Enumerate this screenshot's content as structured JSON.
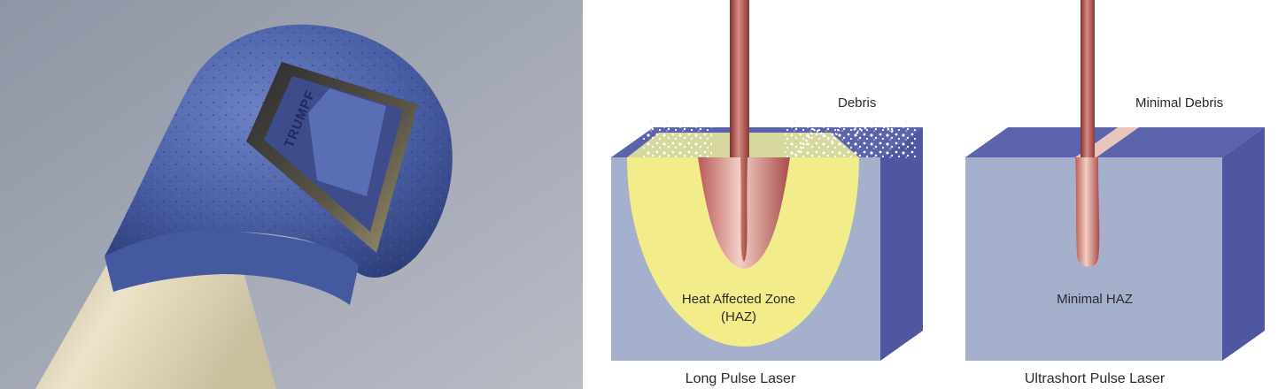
{
  "photo": {
    "engraved_text": "TRUMPF"
  },
  "diagram": {
    "left_panel": {
      "debris_label": "Debris",
      "haz_label_line1": "Heat Affected Zone",
      "haz_label_line2": "(HAZ)",
      "caption": "Long Pulse Laser"
    },
    "right_panel": {
      "debris_label": "Minimal Debris",
      "haz_label": "Minimal HAZ",
      "caption": "Ultrashort Pulse Laser"
    },
    "colors": {
      "block_front": "#a5b0cc",
      "block_side": "#4f57a0",
      "block_top": "#5b63ac",
      "haz_yellow": "#f2ec8a",
      "beam_red": "#b0524e",
      "photo_background": "#9aa0ae",
      "match_head_blue": "#4d63a8",
      "match_stick": "#e6dcc0"
    }
  }
}
